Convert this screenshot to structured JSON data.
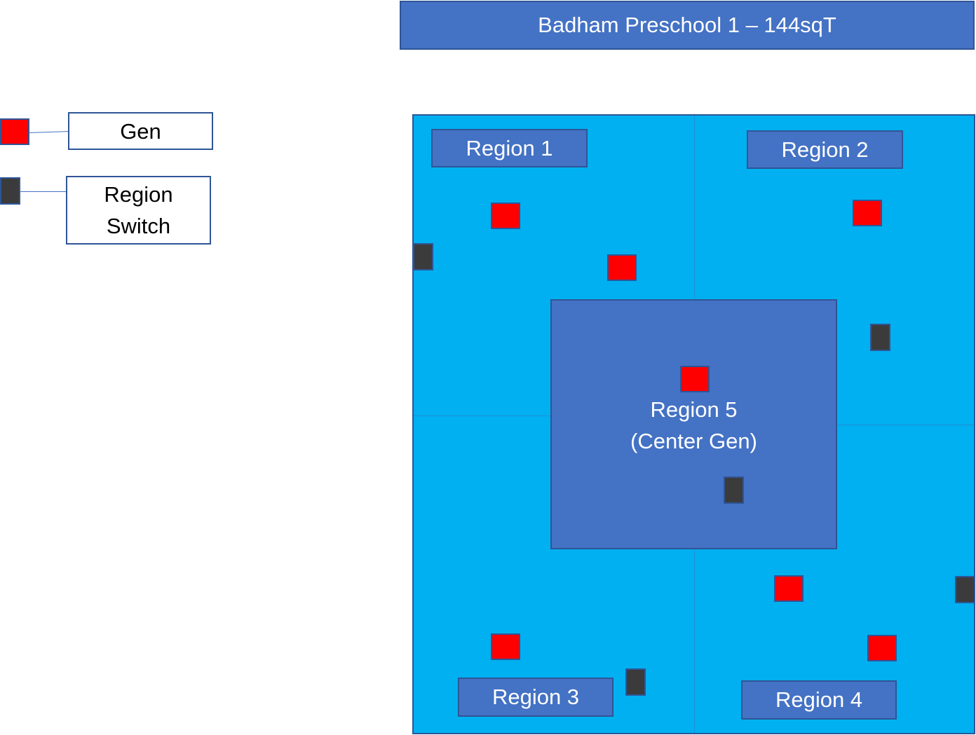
{
  "title": "Badham Preschool 1 – 144sqT",
  "legend": {
    "gen_label": "Gen",
    "switch_label_line1": "Region",
    "switch_label_line2": "Switch"
  },
  "regions": {
    "r1": "Region 1",
    "r2": "Region 2",
    "r3": "Region 3",
    "r4": "Region 4",
    "r5_line1": "Region 5",
    "r5_line2": "(Center Gen)"
  },
  "colors": {
    "gen": "#ff0000",
    "switch": "#3b3b3b",
    "map": "#00b0f0",
    "label": "#4472c4"
  }
}
